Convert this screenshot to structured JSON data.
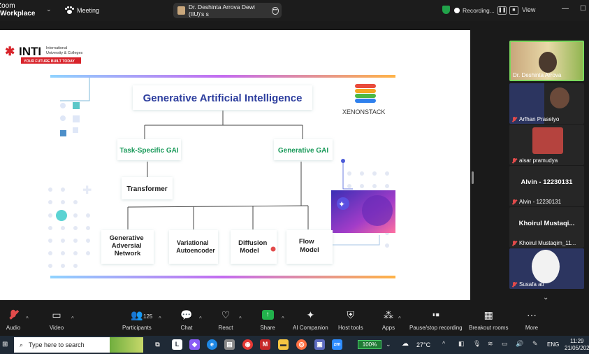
{
  "app": {
    "brand_line1": "Zoom",
    "brand_line2": "Workplace",
    "meeting_label": "Meeting",
    "host_pill": "Dr. Deshinta Arrova Dewi (IIU)'s s",
    "recording_label": "Recording...",
    "view_label": "View"
  },
  "slide": {
    "logo_name": "INTI",
    "logo_sub1": "International",
    "logo_sub2": "University & Colleges",
    "logo_tag": "YOUR FUTURE BUILT TODAY",
    "root": "Generative Artificial Intelligence",
    "vendor": "XENONSTACK",
    "task_specific": "Task-Specific GAI",
    "generative": "Generative GAI",
    "transformer": "Transformer",
    "leaf1": [
      "Generative",
      "Adversial",
      "Network"
    ],
    "leaf2": [
      "Variational",
      "Autoencoder"
    ],
    "leaf3": [
      "Diffusion",
      "Model"
    ],
    "leaf4": [
      "Flow",
      "Model"
    ]
  },
  "participants": [
    {
      "name": "Dr. Deshinta Arrova",
      "active": true,
      "muted": false
    },
    {
      "name": "Arfhan Prasetyo",
      "muted": true
    },
    {
      "name": "aisar pramudya",
      "muted": true
    },
    {
      "name": "Alvin - 12230131",
      "big_name": "Alvin - 12230131",
      "muted": true
    },
    {
      "name": "Khoirul Mustaqim_11...",
      "big_name": "Khoirul  Mustaqi...",
      "muted": true
    },
    {
      "name": "Susafa ati",
      "muted": true
    }
  ],
  "toolbar": {
    "audio": "Audio",
    "video": "Video",
    "participants": "Participants",
    "participants_count": "125",
    "chat": "Chat",
    "react": "React",
    "share": "Share",
    "ai": "AI Companion",
    "host_tools": "Host tools",
    "apps": "Apps",
    "pause": "Pause/stop recording",
    "breakout": "Breakout rooms",
    "more": "More"
  },
  "taskbar": {
    "search_placeholder": "Type here to search",
    "battery": "100%",
    "temp": "27°C",
    "lang": "ENG",
    "time": "11:29",
    "date": "21/05/202"
  },
  "colors": {
    "accent_blue": "#2d3e9e",
    "green_label": "#1a9a5a",
    "zoom_green": "#22b14c",
    "mute_red": "#e24b4b"
  }
}
